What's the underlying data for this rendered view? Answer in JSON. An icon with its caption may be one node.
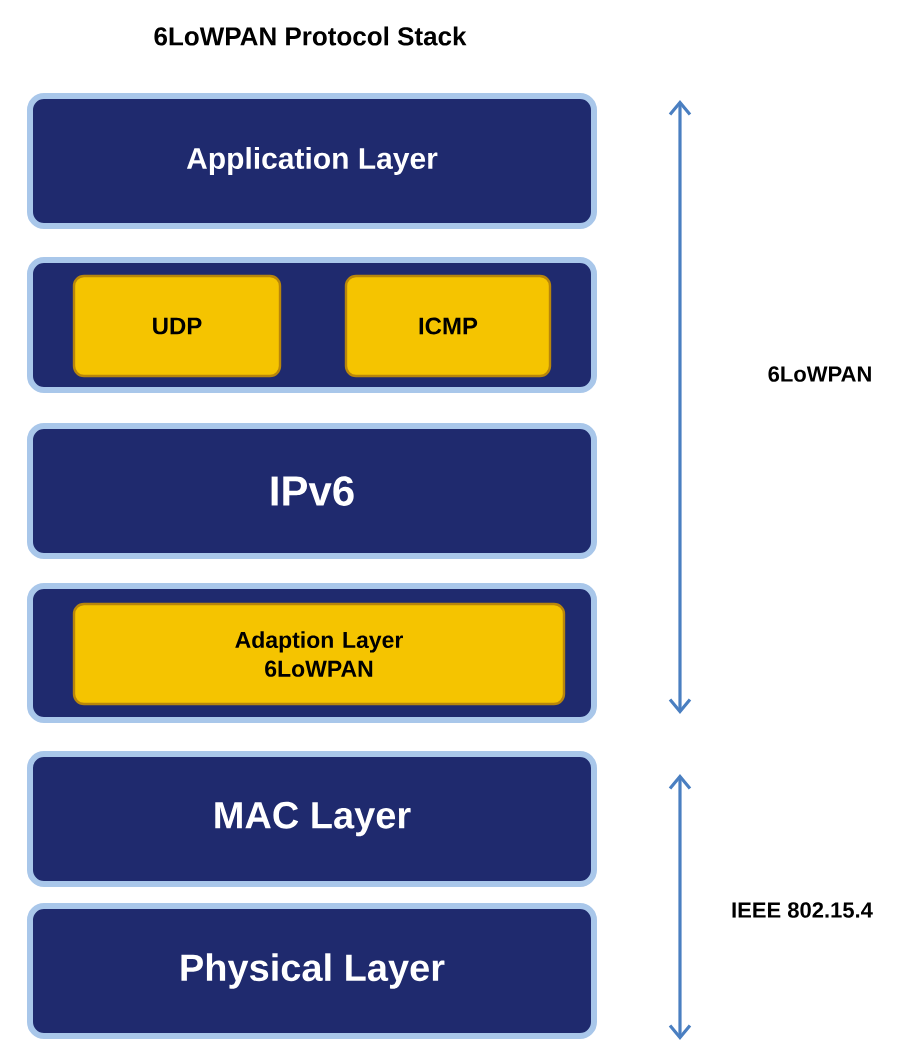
{
  "diagram": {
    "title": "6LoWPAN Protocol Stack",
    "nodes": [
      {
        "text": [
          "Application Layer"
        ]
      },
      {
        "text": [],
        "shape": "box"
      },
      {
        "text": [
          "UDP"
        ],
        "in": 1
      },
      {
        "text": [
          "ICMP"
        ],
        "in": 1
      },
      {
        "text": [
          "IPv6"
        ]
      },
      {
        "text": [],
        "shape": "box"
      },
      {
        "text": [
          "Adaption Layer 6LoWPAN"
        ],
        "in": 5
      },
      {
        "text": [
          "MAC Layer"
        ]
      },
      {
        "text": [
          "Physical Layer"
        ]
      }
    ],
    "edges": [],
    "labels": [
      "6LoWPAN",
      "IEEE 802.15.4"
    ]
  }
}
